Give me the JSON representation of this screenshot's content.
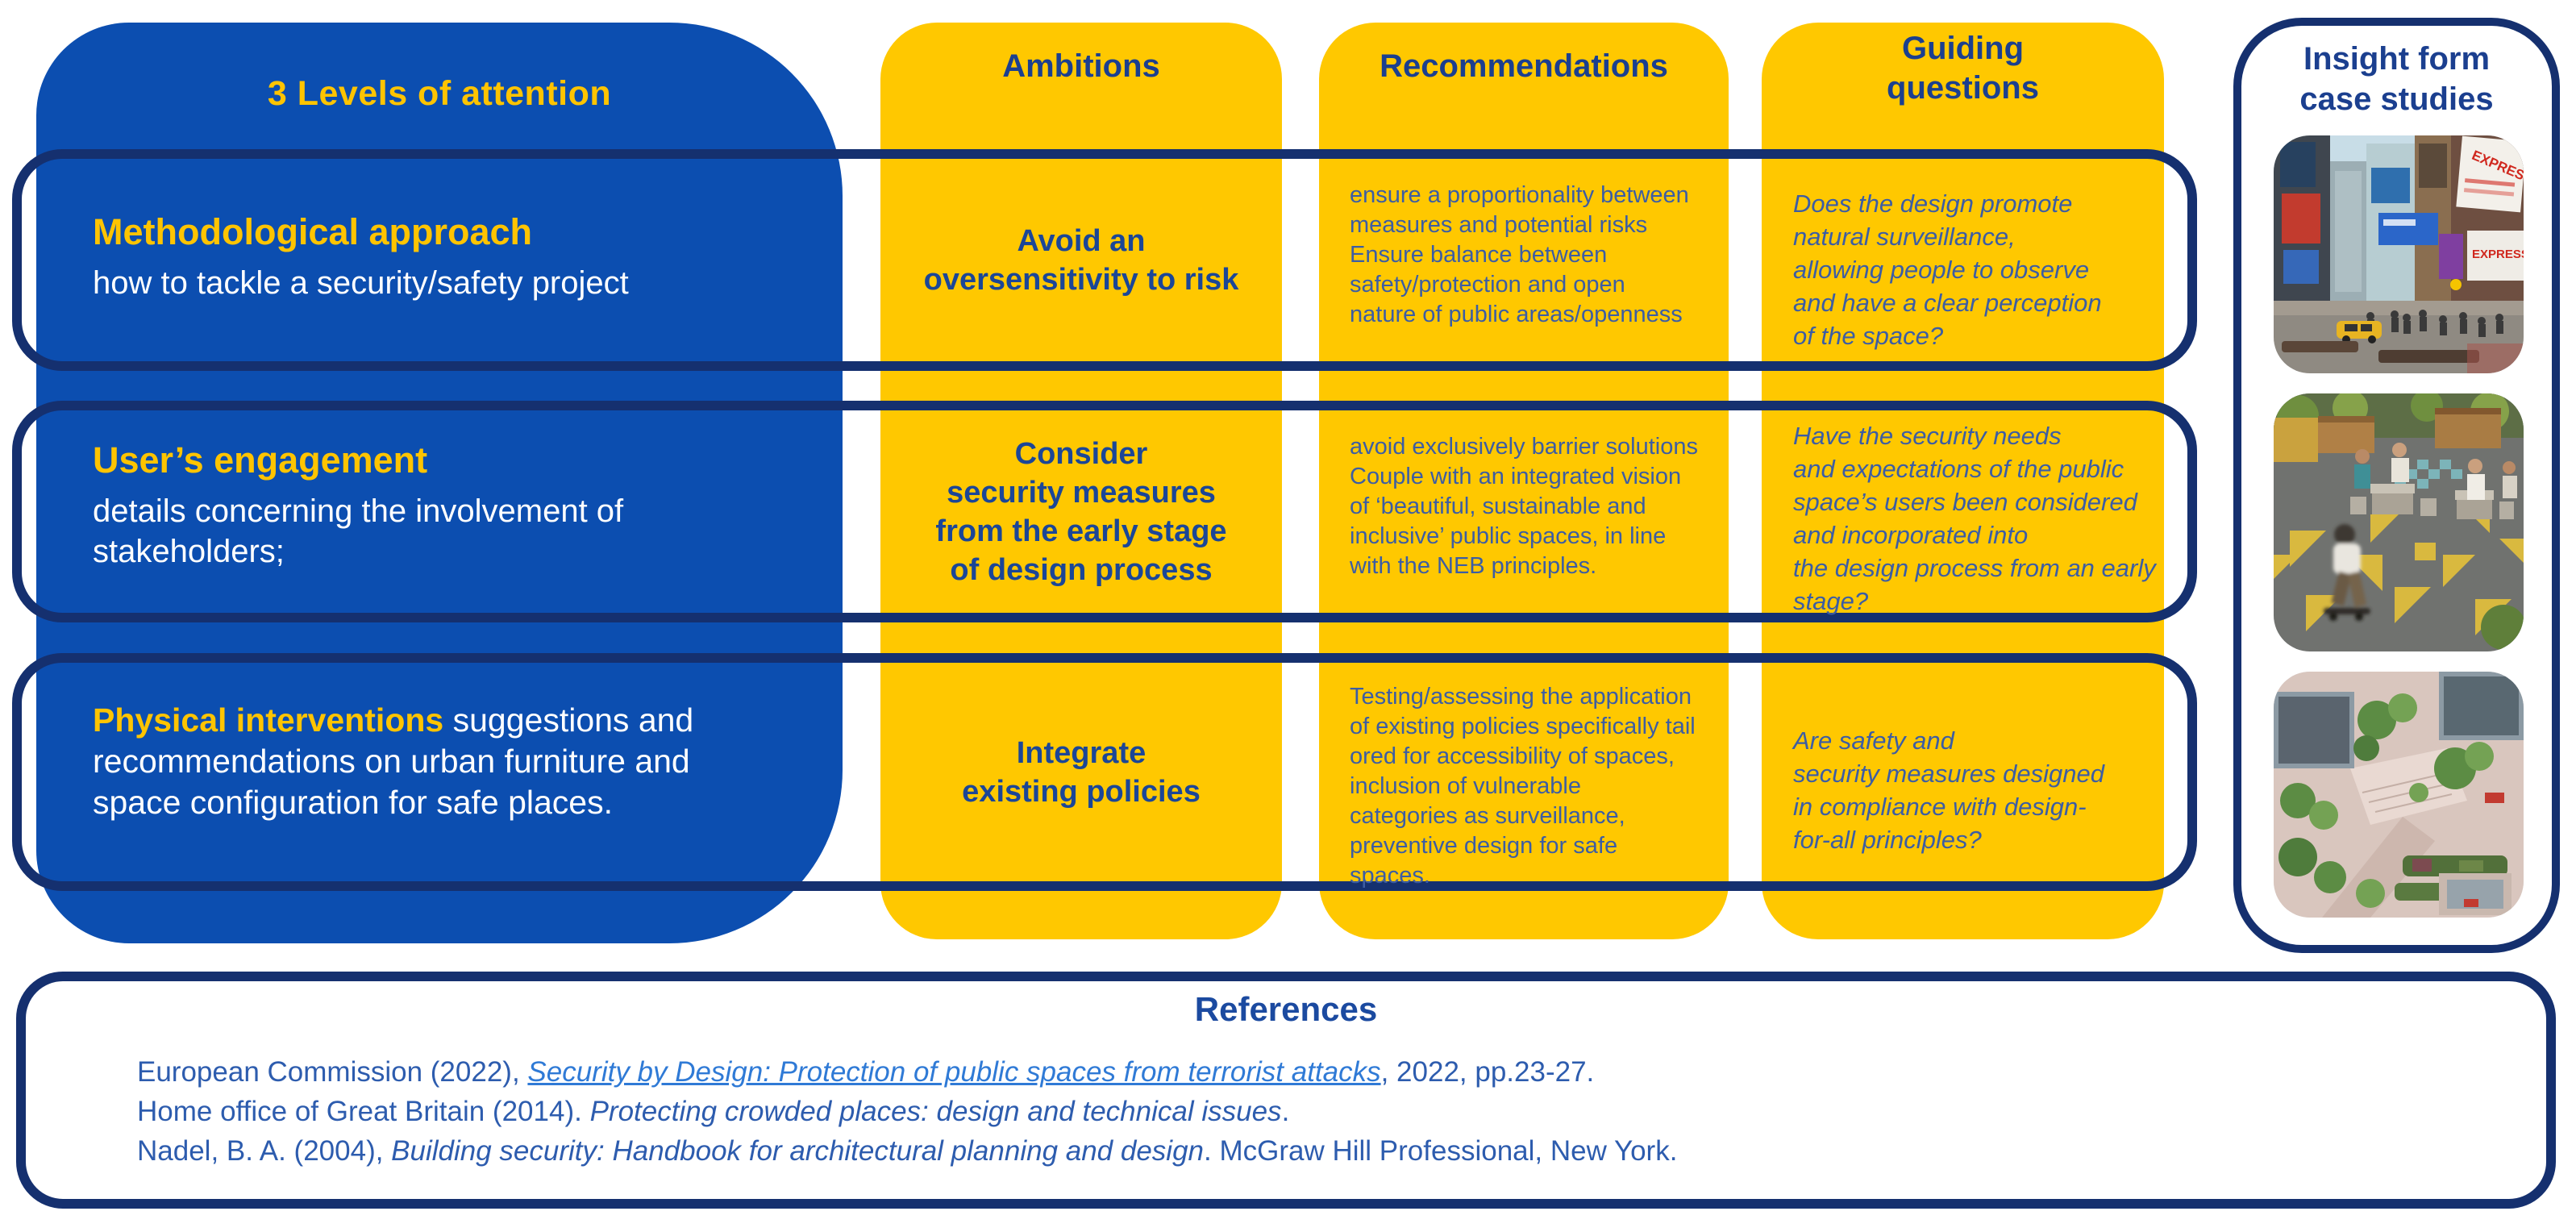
{
  "palette": {
    "panel_blue": "#0c4eb0",
    "column_yellow": "#ffc800",
    "outline_navy": "#15306f",
    "accent_yellow": "#ffc400",
    "heading_navy": "#1b3f8f",
    "body_text_blue": "#3c5da4",
    "reference_blue": "#2d5cae",
    "link_blue": "#2f7ad6"
  },
  "levels_panel": {
    "title": "3 Levels of attention",
    "rows": [
      {
        "title": "Methodological approach",
        "desc": "how to tackle a security/safety project"
      },
      {
        "title": "User’s engagement",
        "desc": "details concerning the involvement of stakeholders;"
      },
      {
        "title": "Physical interventions",
        "desc": " suggestions and recommendations on urban furniture and space configuration for safe places."
      }
    ]
  },
  "columns": {
    "ambitions": {
      "header": "Ambitions",
      "cells": [
        "Avoid an\noversensitivity to risk",
        "Consider\nsecurity measures\nfrom the early stage\nof design process",
        "Integrate\nexisting policies"
      ]
    },
    "recommendations": {
      "header": "Recommendations",
      "cells": [
        "ensure a proportionality between\nmeasures and potential risks\nEnsure balance between\nsafety/protection and open\nnature of public areas/openness",
        "avoid exclusively barrier solutions\nCouple with an integrated vision\nof ‘beautiful, sustainable and\ninclusive’ public spaces, in line\nwith the NEB principles.",
        "Testing/assessing the application\nof existing policies  specifically tail\nored for accessibility of spaces,\ninclusion of vulnerable\ncategories as surveillance,\npreventive design for safe\nspaces."
      ]
    },
    "guiding": {
      "header": "Guiding\nquestions",
      "cells": [
        "Does the design promote\nnatural surveillance,\nallowing people to observe\nand have a clear perception\nof the space?",
        "Have the security needs\nand expectations of the public\nspace’s users been considered\nand incorporated into\nthe design process from an early\nstage?",
        "Are safety and\nsecurity measures designed\nin compliance with design-\nfor-all principles?"
      ]
    }
  },
  "case_studies": {
    "title": "Insight form\ncase studies",
    "photos": [
      {
        "name": "times-square-street-scene",
        "sign_text": "EXPRESS"
      },
      {
        "name": "urban-plaza-seating-area"
      },
      {
        "name": "aerial-memorial-plaza"
      }
    ]
  },
  "references": {
    "title": "References",
    "items": [
      {
        "pre": "European Commission (2022), ",
        "link": "Security by Design: Protection of public spaces from terrorist attacks",
        "post": ", 2022, pp.23-27."
      },
      {
        "pre": "Home office of Great Britain (2014). ",
        "italic": "Protecting crowded places: design and technical issues",
        "post": "."
      },
      {
        "pre": "Nadel, B. A. (2004), ",
        "italic": "Building security: Handbook for architectural planning and design",
        "post": ". McGraw Hill Professional, New York."
      }
    ]
  }
}
